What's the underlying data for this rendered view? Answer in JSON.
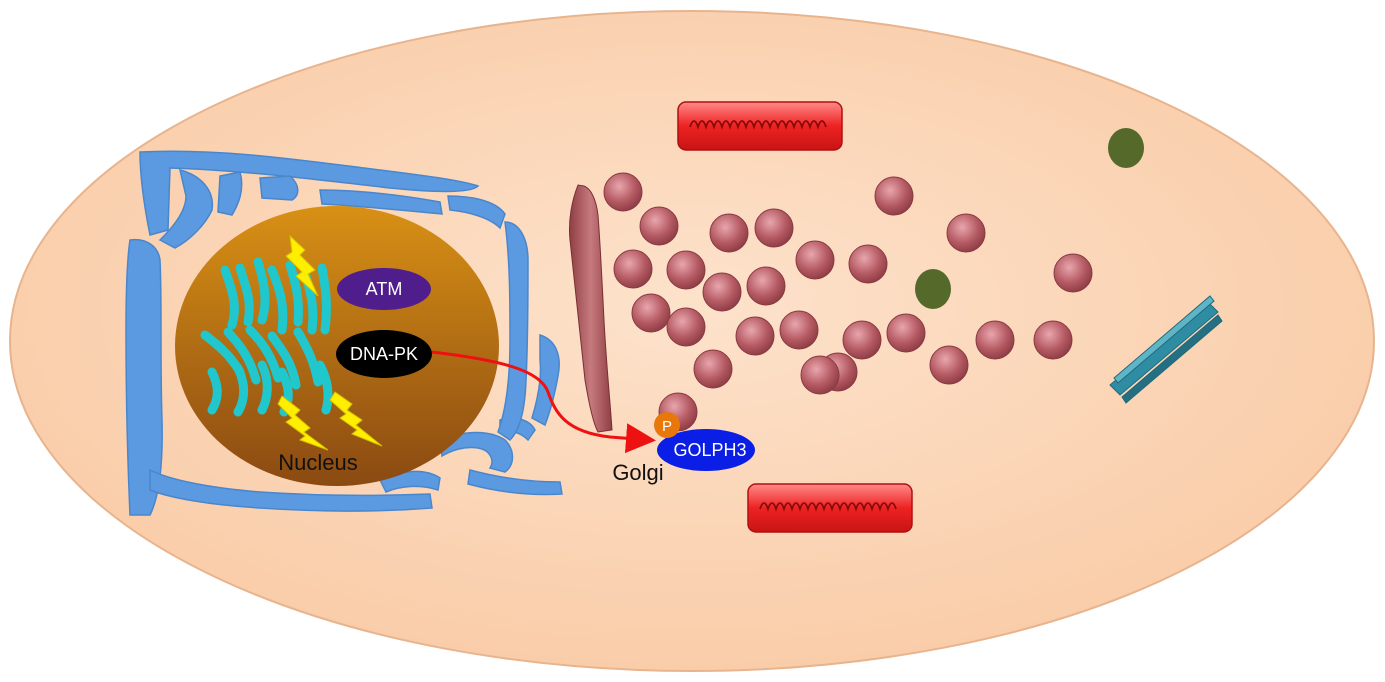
{
  "labels": {
    "atm": "ATM",
    "dna_pk": "DNA-PK",
    "nucleus": "Nucleus",
    "golgi": "Golgi",
    "golph3": "GOLPH3",
    "phospho": "P"
  },
  "colors": {
    "cytoplasm": "#fcd7b8",
    "cytoplasm_edge": "#e8b48e",
    "nucleus": "#c27614",
    "er": "#5b9ae0",
    "dna": "#20c7cc",
    "lightning": "#ffee00",
    "atm": "#4f1e8c",
    "dna_pk": "#000000",
    "golph3": "#0a1ee6",
    "phospho": "#e8780a",
    "arrow": "#ee1111",
    "vesicle": "#b2535c",
    "golgi_stack": "#a34a4e",
    "mitochondrion": "#ee2222",
    "lysosome": "#556a2a",
    "centriole": "#2f8da3"
  },
  "icons": [
    "lightning-icon",
    "vesicle-icon",
    "mitochondrion-icon",
    "centriole-icon",
    "lysosome-icon"
  ]
}
